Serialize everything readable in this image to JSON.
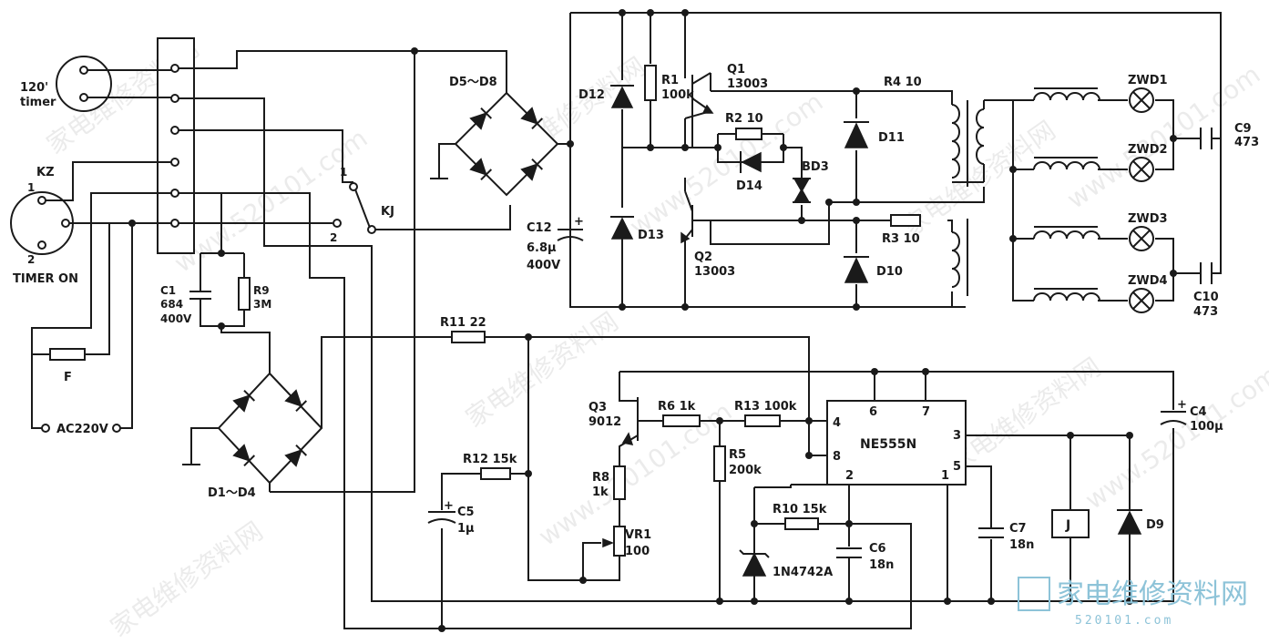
{
  "labels": {
    "timer120_a": "120'",
    "timer120_b": "timer",
    "kz": "KZ",
    "kz_pin1": "1",
    "kz_pin2": "2",
    "timer_on": "TIMER ON",
    "fuse": "F",
    "ac": "AC220V",
    "c1": "C1",
    "c1_val": "684",
    "c1_v": "400V",
    "r9": "R9",
    "r9_val": "3M",
    "d1d4": "D1～D4",
    "d5d8": "D5～D8",
    "kj": "KJ",
    "kj_1": "1",
    "kj_2": "2",
    "c12": "C12",
    "c12_val": "6.8μ",
    "c12_v": "400V",
    "d12": "D12",
    "d13": "D13",
    "r1": "R1",
    "r1_val": "100k",
    "q1": "Q1",
    "q1_val": "13003",
    "q2": "Q2",
    "q2_val": "13003",
    "r2": "R2  10",
    "d14": "D14",
    "bd3": "BD3",
    "r4": "R4  10",
    "d11": "D11",
    "r3": "R3  10",
    "d10": "D10",
    "zwd1": "ZWD1",
    "zwd2": "ZWD2",
    "zwd3": "ZWD3",
    "zwd4": "ZWD4",
    "c9": "C9",
    "c9_val": "473",
    "c10": "C10",
    "c10_val": "473",
    "r11": "R11  22",
    "q3": "Q3",
    "q3_val": "9012",
    "r6": "R6  1k",
    "r13": "R13  100k",
    "r5": "R5",
    "r5_val": "200k",
    "r8": "R8",
    "r8_val": "1k",
    "vr1": "VR1",
    "vr1_val": "100",
    "r12": "R12  15k",
    "c5": "C5",
    "c5_val": "1μ",
    "r10": "R10  15k",
    "d_zener": "1N4742A",
    "c6": "C6",
    "c6_val": "18n",
    "ic": "NE555N",
    "pin4": "4",
    "pin8": "8",
    "pin6": "6",
    "pin7": "7",
    "pin3": "3",
    "pin5": "5",
    "pin2": "2",
    "pin1": "1",
    "c4": "C4",
    "c4_val": "100μ",
    "c7": "C7",
    "c7_val": "18n",
    "relay": "J",
    "d9": "D9"
  },
  "watermark": {
    "text": "www.520101.com",
    "cn": "家电维修资料网",
    "logo_cn": "家电维修资料网",
    "logo_url": "520101.com"
  }
}
